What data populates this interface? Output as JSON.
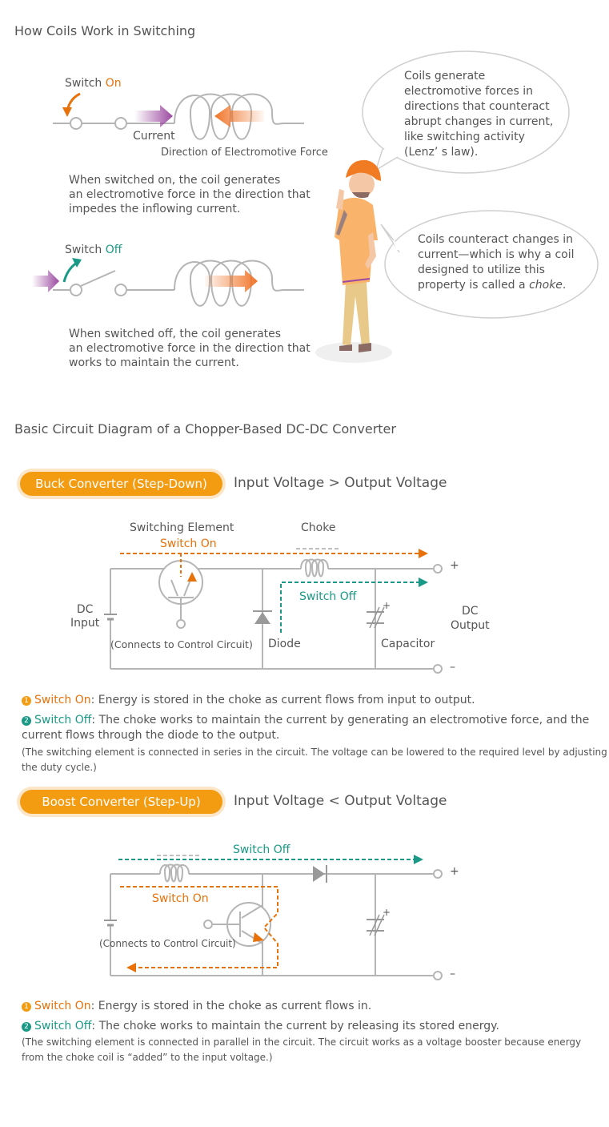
{
  "section1": {
    "title": "How Coils Work in Switching",
    "switch_on": {
      "prefix": "Switch ",
      "state": "On"
    },
    "current_label": "Current",
    "emf_label": "Direction of Electromotive Force",
    "on_desc": [
      "When switched on, the coil generates",
      "an electromotive force in the direction that",
      "impedes the inflowing current."
    ],
    "switch_off": {
      "prefix": "Switch ",
      "state": "Off"
    },
    "off_desc": [
      "When switched off, the coil generates",
      "an electromotive force in the direction that",
      "works to maintain the current."
    ],
    "bubble1": [
      "Coils generate",
      "electromotive forces in",
      "directions that counteract",
      "abrupt changes in current,",
      "like switching activity",
      "(Lenz’ s law)."
    ],
    "bubble2": {
      "lines": [
        "Coils counteract changes in",
        "current—which is why a coil",
        "designed to utilize this"
      ],
      "last_prefix": "property is called a ",
      "last_em": "choke",
      "last_suffix": "."
    }
  },
  "section2": {
    "title": "Basic Circuit Diagram of a Chopper-Based DC-DC Converter"
  },
  "buck": {
    "pill": "Buck Converter (Step-Down)",
    "relation": "Input Voltage > Output Voltage",
    "labels": {
      "switching_element": "Switching Element",
      "switch_on": "Switch On",
      "choke": "Choke",
      "switch_off": "Switch Off",
      "dc_input": [
        "DC",
        "Input"
      ],
      "dc_output": [
        "DC",
        "Output"
      ],
      "control": "(Connects to Control Circuit)",
      "diode": "Diode",
      "capacitor": "Capacitor",
      "plus": "+",
      "minus": "–",
      "cap_plus": "+"
    },
    "item1": {
      "num": "1",
      "label": "Switch On",
      "text": ": Energy is stored in the choke as current flows from input to output."
    },
    "item2": {
      "num": "2",
      "label": "Switch Off",
      "text": ": The choke works to maintain the current by generating an electromotive force, and the",
      "text2": "current flows through the diode to the output."
    },
    "note": [
      "(The switching element is connected in series in the circuit. The voltage can be lowered to the required level by adjusting",
      "the duty cycle.)"
    ]
  },
  "boost": {
    "pill": "Boost Converter (Step-Up)",
    "relation": "Input Voltage < Output Voltage",
    "labels": {
      "switch_off": "Switch Off",
      "switch_on": "Switch On",
      "control": "(Connects to Control Circuit)",
      "plus": "+",
      "minus": "–",
      "cap_plus": "+"
    },
    "item1": {
      "num": "1",
      "label": "Switch On",
      "text": ": Energy is stored in the choke as current flows in."
    },
    "item2": {
      "num": "2",
      "label": "Switch Off",
      "text": ": The choke works to maintain the current by releasing its stored energy."
    },
    "note": [
      "(The switching element is connected in parallel in the circuit. The circuit works as a voltage booster because energy",
      "from the choke coil is “added” to the input voltage.)"
    ]
  },
  "colors": {
    "orange": "#f39c12",
    "orange_dark": "#e8710a",
    "green": "#1a9a86",
    "purple": "#9b4aa0",
    "wire": "#b5b5b5"
  }
}
